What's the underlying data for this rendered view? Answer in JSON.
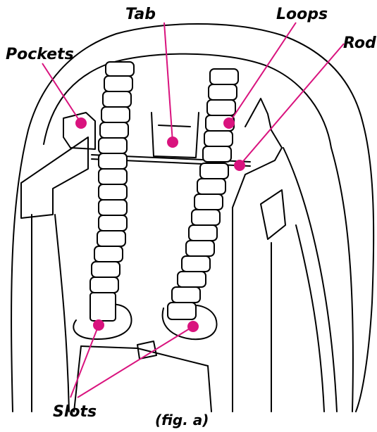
{
  "labels": {
    "tab": "Tab",
    "loops": "Loops",
    "rod": "Rod",
    "pockets": "Pockets",
    "slots": "Slots",
    "caption": "(fig. a)"
  },
  "colors": {
    "callout": "#d9137e",
    "line": "#000000",
    "background": "#ffffff"
  }
}
